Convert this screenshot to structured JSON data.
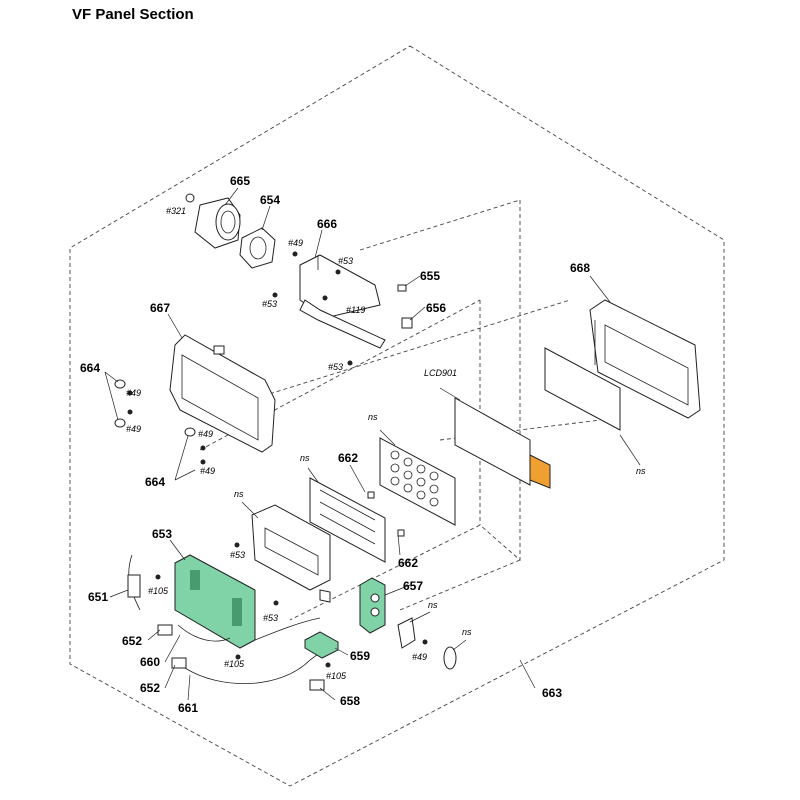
{
  "page": {
    "title": "VF Panel Section"
  },
  "part_labels": [
    {
      "id": "651",
      "text": "651"
    },
    {
      "id": "652a",
      "text": "652"
    },
    {
      "id": "652b",
      "text": "652"
    },
    {
      "id": "653",
      "text": "653"
    },
    {
      "id": "654",
      "text": "654"
    },
    {
      "id": "655",
      "text": "655"
    },
    {
      "id": "656",
      "text": "656"
    },
    {
      "id": "657",
      "text": "657"
    },
    {
      "id": "658",
      "text": "658"
    },
    {
      "id": "659",
      "text": "659"
    },
    {
      "id": "660",
      "text": "660"
    },
    {
      "id": "661",
      "text": "661"
    },
    {
      "id": "662a",
      "text": "662"
    },
    {
      "id": "662b",
      "text": "662"
    },
    {
      "id": "663",
      "text": "663"
    },
    {
      "id": "664a",
      "text": "664"
    },
    {
      "id": "664b",
      "text": "664"
    },
    {
      "id": "665",
      "text": "665"
    },
    {
      "id": "666",
      "text": "666"
    },
    {
      "id": "667",
      "text": "667"
    },
    {
      "id": "668",
      "text": "668"
    }
  ],
  "screw_refs": {
    "r321": "#321",
    "r49_a": "#49",
    "r53_a": "#53",
    "r53_b": "#53",
    "r119": "#119",
    "r53_c": "#53",
    "r49_b": "#49",
    "r49_c": "#49",
    "r49_d": "#49",
    "r49_e": "#49",
    "r53_d": "#53",
    "r105_a": "#105",
    "r53_e": "#53",
    "r105_b": "#105",
    "r105_c": "#105",
    "r49_f": "#49"
  },
  "component_refs": {
    "lcd": "LCD901",
    "ns_a": "ns",
    "ns_b": "ns",
    "ns_c": "ns",
    "ns_d": "ns",
    "ns_e": "ns",
    "ns_f": "ns"
  },
  "colors": {
    "board_green": "#7fd3a6",
    "flex_orange": "#f0a030",
    "line": "#222222"
  }
}
